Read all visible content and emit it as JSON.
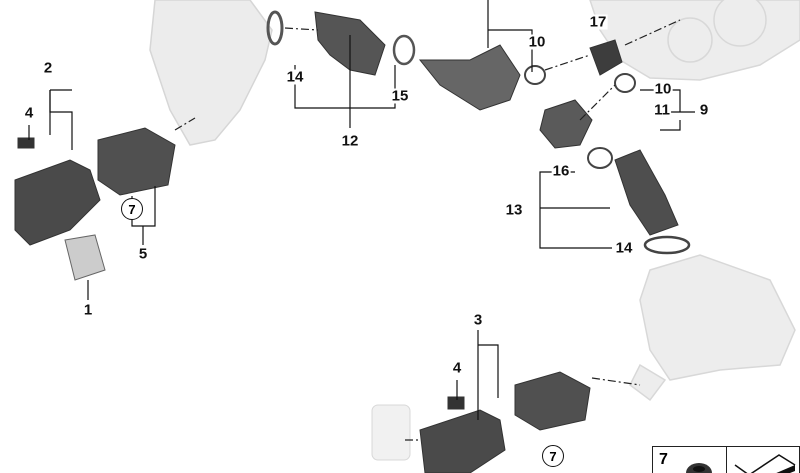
{
  "callouts": {
    "c1": "1",
    "c2": "2",
    "c3": "3",
    "c4a": "4",
    "c4b": "4",
    "c5": "5",
    "c7a": "7",
    "c7b": "7",
    "c9": "9",
    "c10a": "10",
    "c10b": "10",
    "c11": "11",
    "c12": "12",
    "c13": "13",
    "c14a": "14",
    "c14b": "14",
    "c15": "15",
    "c16": "16",
    "c17": "17"
  },
  "kit": {
    "number": "7"
  },
  "colors": {
    "part_dark": "#4a4a4a",
    "part_light": "#e6e6e6",
    "line": "#111111"
  }
}
